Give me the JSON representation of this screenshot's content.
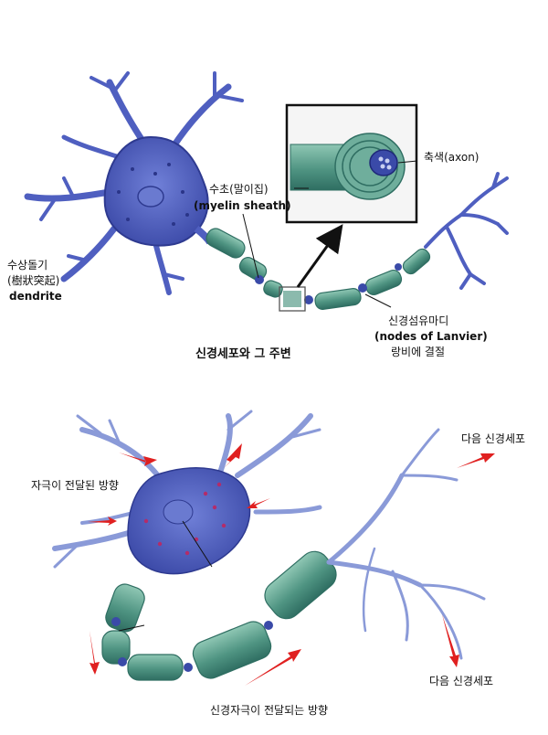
{
  "top": {
    "dendrite": {
      "line1": "수상돌기",
      "line2": "(樹狀突起)",
      "line3": "dendrite"
    },
    "myelin": {
      "line1": "수초(말이집)",
      "line2": "(myelin sheath)"
    },
    "axon": "축색(axon)",
    "nodes": {
      "line1": "신경섬유마디",
      "line2": "(nodes of Lanvier)",
      "line3": "랑비에 결절"
    },
    "caption": "신경세포와 그 주변"
  },
  "bottom": {
    "stimulus_direction": "자극이 전달된 방향",
    "next_neuron_top": "다음 신경세포",
    "next_neuron_bottom": "다음 신경세포",
    "caption": "신경자극이 전달되는 방향"
  },
  "colors": {
    "neuron_body": "#4f5fc0",
    "dendrite_stroke": "#8a9ad8",
    "myelin": "#5a9c8a",
    "myelin_dark": "#2f6e62",
    "node": "#3a4aa8",
    "arrow": "#e02020",
    "inset_border": "#111111"
  }
}
